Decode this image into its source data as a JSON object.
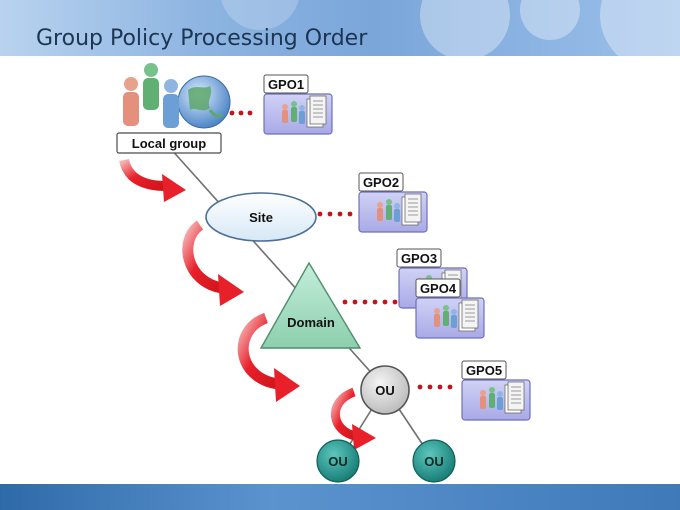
{
  "page": {
    "title": "Group Policy Processing Order"
  },
  "diagram": {
    "nodes": {
      "local_group": "Local group",
      "site": "Site",
      "domain": "Domain",
      "ou_parent": "OU",
      "ou_child_left": "OU",
      "ou_child_right": "OU"
    },
    "gpos": {
      "gpo1": "GPO1",
      "gpo2": "GPO2",
      "gpo3": "GPO3",
      "gpo4": "GPO4",
      "gpo5": "GPO5"
    },
    "colors": {
      "arrow": "#e8202a",
      "link_dots": "#c0151b",
      "gpo_box": "#b7b8ec",
      "site_fill": "#eef6fc",
      "domain_fill": "#a8dcc3",
      "ou_parent_fill": "#d8d8d8",
      "ou_child_fill": "#1f8f86",
      "tree_line": "#707070"
    },
    "icons": {
      "local_group": "people-globe-icon",
      "gpo": "users-document-icon",
      "processing_order": "curved-arrow-icon"
    }
  }
}
